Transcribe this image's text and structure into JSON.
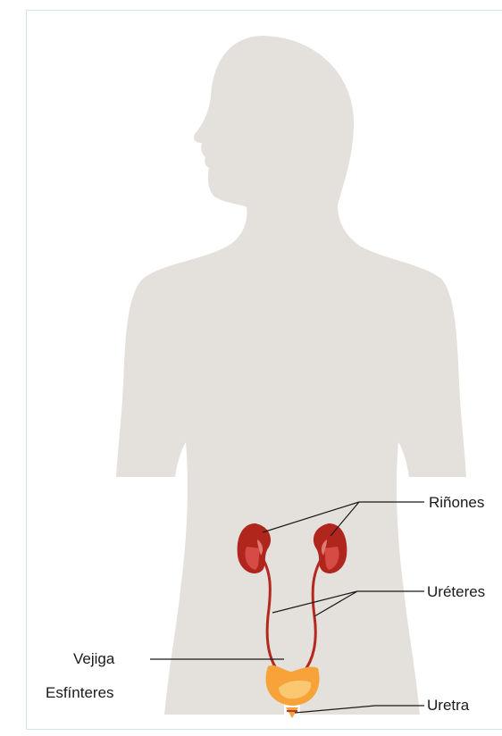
{
  "labels": {
    "rinones": "Riñones",
    "ureteres": "Uréteres",
    "vejiga": "Vejiga",
    "esfinteres": "Esfínteres",
    "uretra": "Uretra"
  },
  "colors": {
    "silhouette": "#e4e1dd",
    "kidney": "#b0251c",
    "kidney_inner": "#d64b45",
    "ureter": "#b5281e",
    "bladder": "#f7a33a",
    "bladder_highlight": "#fbc872",
    "leader_line": "#1a1a1a",
    "frame_border": "#cfe6ee"
  }
}
